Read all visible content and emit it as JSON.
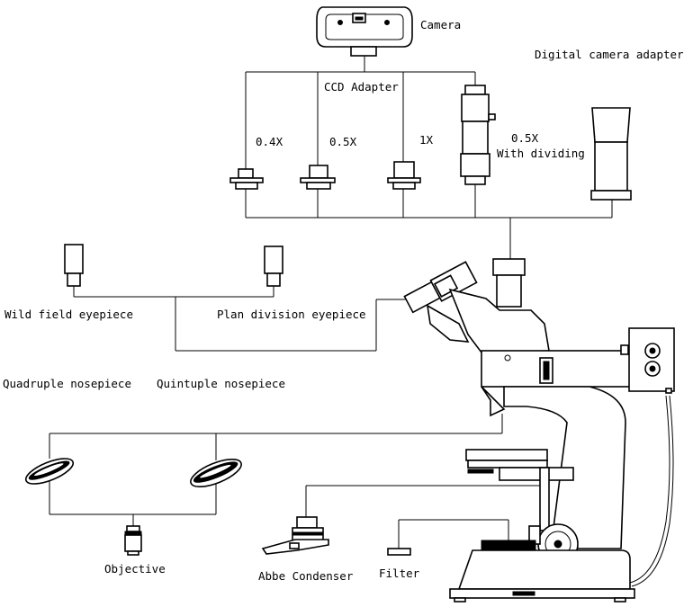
{
  "labels": {
    "camera": "Camera",
    "digital_camera_adapter": "Digital camera adapter",
    "ccd_adapter": "CCD Adapter",
    "adapter_04x": "0.4X",
    "adapter_05x": "0.5X",
    "adapter_1x": "1X",
    "adapter_05x_dividing_line1": "0.5X",
    "adapter_05x_dividing_line2": "With dividing",
    "wild_field_eyepiece": "Wild field eyepiece",
    "plan_division_eyepiece": "Plan division eyepiece",
    "quadruple_nosepiece": "Quadruple nosepiece",
    "quintuple_nosepiece": "Quintuple nosepiece",
    "objective": "Objective",
    "abbe_condenser": "Abbe Condenser",
    "filter": "Filter"
  },
  "icons": [
    "camera-icon",
    "ccd-adapter-04x-icon",
    "ccd-adapter-05x-icon",
    "ccd-adapter-1x-icon",
    "dividing-adapter-icon",
    "digital-camera-adapter-icon",
    "wild-field-eyepiece-icon",
    "plan-division-eyepiece-icon",
    "quadruple-nosepiece-icon",
    "quintuple-nosepiece-icon",
    "objective-icon",
    "abbe-condenser-icon",
    "filter-icon",
    "microscope-icon"
  ],
  "colors": {
    "line": "#000000",
    "background": "#ffffff"
  }
}
